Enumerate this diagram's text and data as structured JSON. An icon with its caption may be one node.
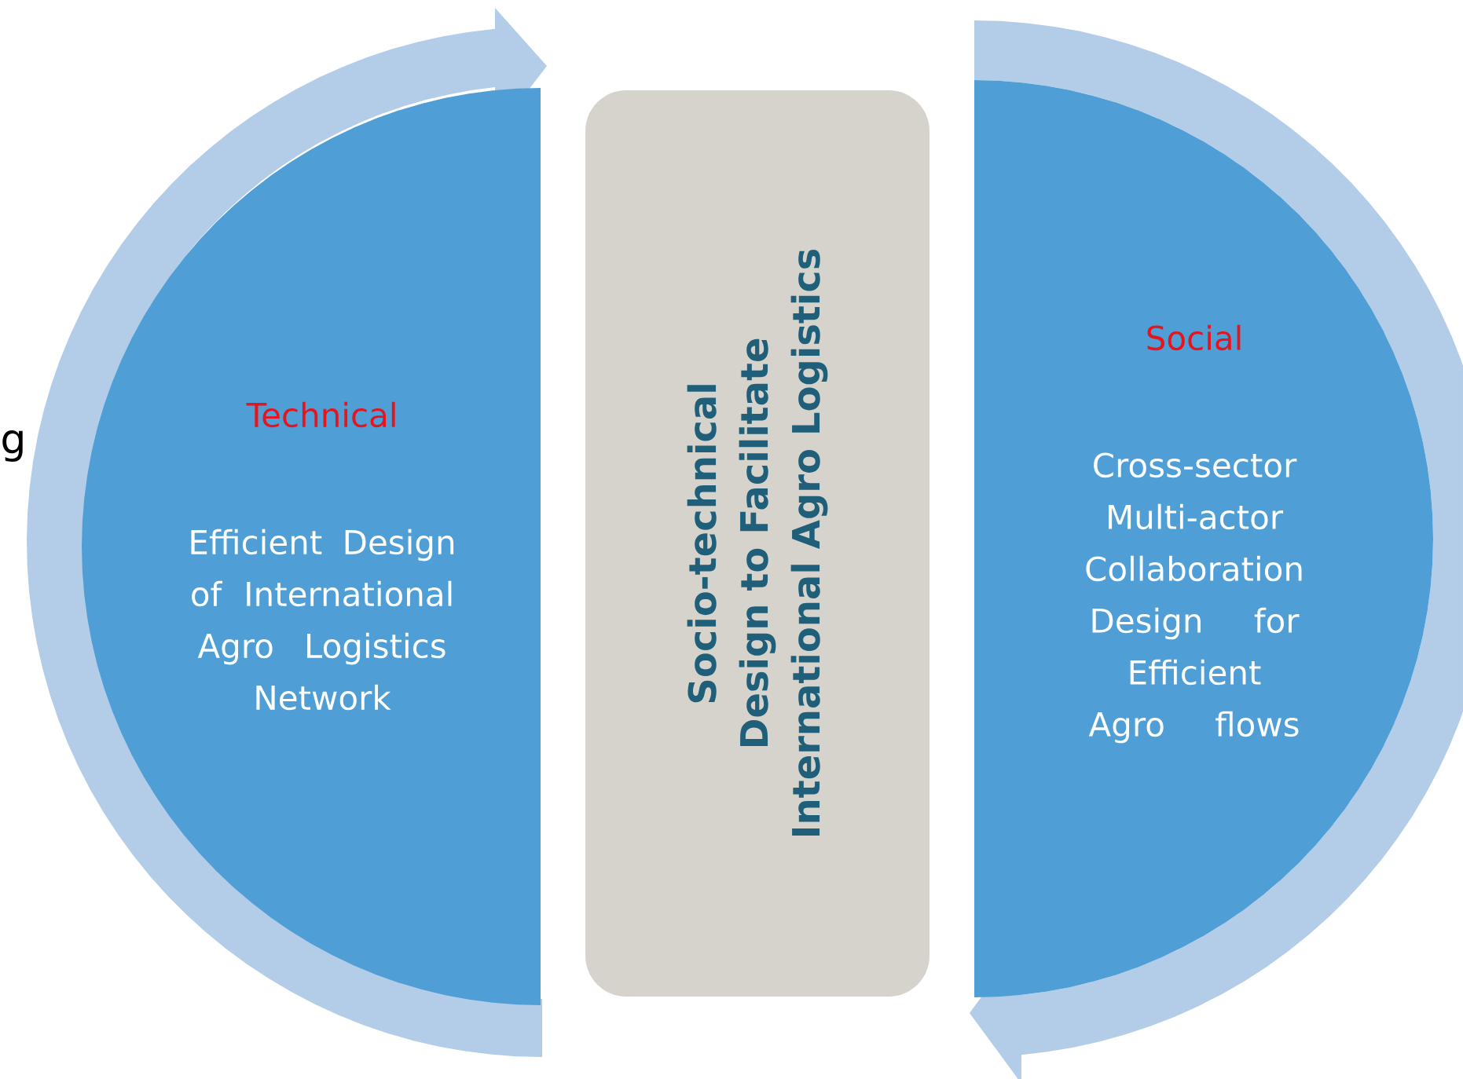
{
  "diagram": {
    "nodes": [
      {
        "text": [
          "Technical",
          "Efficient Design of International Agro Logistics Network"
        ]
      },
      {
        "text": [
          "Socio-technical Design to Facilitate International Agro Logistics"
        ]
      },
      {
        "text": [
          "Social",
          "Cross-sector Multi-actor Collaboration Design for Efficient Agro flows"
        ]
      }
    ],
    "labels": [
      "g"
    ]
  }
}
